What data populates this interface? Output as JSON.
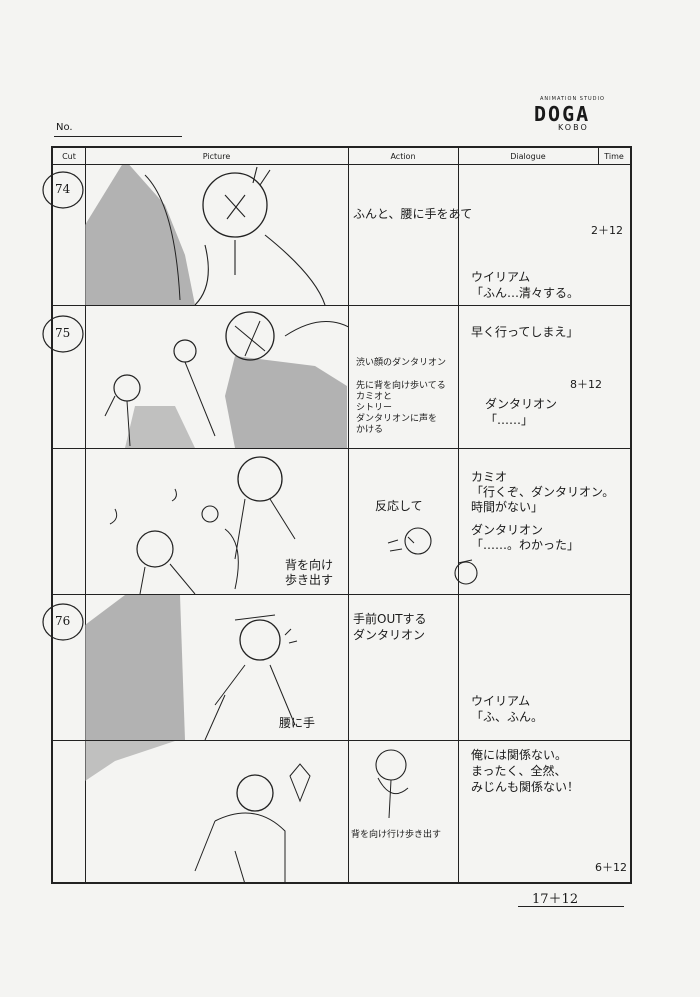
{
  "header": {
    "no_label": "No.",
    "logo_tiny": "ANIMATION STUDIO",
    "logo_big": "DOGA",
    "logo_small": "KOBO"
  },
  "columns": {
    "cut": "Cut",
    "picture": "Picture",
    "action": "Action",
    "dialogue": "Dialogue",
    "time": "Time"
  },
  "cuts": {
    "c74": "74",
    "c75": "75",
    "c76": "76"
  },
  "rows": {
    "r1": {
      "action": "ふんと、腰に手をあて",
      "time": "2＋12",
      "dialogue": [
        "ウイリアム",
        "「ふん…清々する。"
      ]
    },
    "r2": {
      "dialogue_top": "早く行ってしまえ」",
      "action": [
        "渋い顔のダンタリオン",
        "",
        "先に背を向け歩いてる",
        "カミオと",
        "シトリー",
        "ダンタリオンに声を",
        "かける"
      ],
      "time": "8＋12",
      "dialogue": [
        "ダンタリオン",
        "「……」"
      ]
    },
    "r3": {
      "picture_note": [
        "背を向け",
        "歩き出す"
      ],
      "action": "反応して",
      "dialogue1": [
        "カミオ",
        "「行くぞ、ダンタリオン。",
        "時間がない」"
      ],
      "dialogue2": [
        "ダンタリオン",
        "「……。わかった」"
      ]
    },
    "r4": {
      "action": [
        "手前OUTする",
        "ダンタリオン"
      ],
      "picture_note": "腰に手",
      "dialogue": [
        "ウイリアム",
        "「ふ、ふん。"
      ]
    },
    "r5": {
      "action": "背を向け行け歩き出す",
      "dialogue": [
        "俺には関係ない。",
        "まったく、全然、",
        "みじんも関係ない！"
      ],
      "time": "6＋12"
    }
  },
  "footer": {
    "total": "17＋12"
  }
}
